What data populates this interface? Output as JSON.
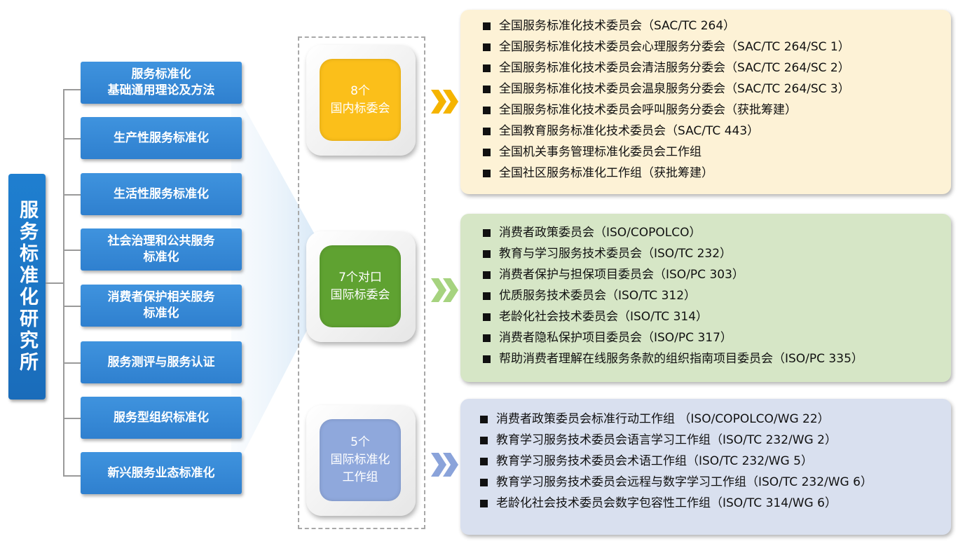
{
  "title": "服务标准化研究所",
  "categories": [
    "服务标准化\n基础通用理论及方法",
    "生产性服务标准化",
    "生活性服务标准化",
    "社会治理和公共服务\n标准化",
    "消费者保护相关服务\n标准化",
    "服务测评与服务认证",
    "服务型组织标准化",
    "新兴服务业态标准化"
  ],
  "groups": [
    {
      "label": "8个\n国内标委会",
      "color": "#fbbf1a",
      "chevron_color": "#f5b400",
      "panel_bg": "#fdf2d6",
      "items": [
        "全国服务标准化技术委员会（SAC/TC 264）",
        "全国服务标准化技术委员会心理服务分委会（SAC/TC 264/SC 1）",
        "全国服务标准化技术委员会清洁服务分委会（SAC/TC 264/SC 2）",
        "全国服务标准化技术委员会温泉服务分委会（SAC/TC 264/SC 3）",
        "全国服务标准化技术委员会呼叫服务分委会（获批筹建）",
        "全国教育服务标准化技术委员会（SAC/TC 443）",
        "全国机关事务管理标准化委员会工作组",
        "全国社区服务标准化工作组（获批筹建）"
      ]
    },
    {
      "label": "7个对口\n国际标委会",
      "color": "#5fa231",
      "chevron_color": "#a6d37f",
      "panel_bg": "#d6e6c6",
      "items": [
        "消费者政策委员会（ISO/COPOLCO）",
        "教育与学习服务技术委员会（ISO/TC 232）",
        "消费者保护与担保项目委员会（ISO/PC 303）",
        "优质服务技术委员会（ISO/TC 312）",
        "老龄化社会技术委员会（ISO/TC 314）",
        "消费者隐私保护项目委员会（ISO/PC 317）",
        "帮助消费者理解在线服务条款的组织指南项目委员会（ISO/PC 335）"
      ]
    },
    {
      "label": "5个\n国际标准化\n工作组",
      "color": "#8fa8dc",
      "chevron_color": "#8aa3da",
      "panel_bg": "#d9e0ef",
      "items": [
        "消费者政策委员会标准行动工作组 （ISO/COPOLCO/WG 22）",
        "教育学习服务技术委员会语言学习工作组（ISO/TC 232/WG 2）",
        "教育学习服务技术委员会术语工作组（ISO/TC 232/WG 5）",
        "教育学习服务技术委员会远程与数字学习工作组（ISO/TC 232/WG 6）",
        "老龄化社会技术委员会数字包容性工作组（ISO/TC 314/WG 6）"
      ]
    }
  ]
}
